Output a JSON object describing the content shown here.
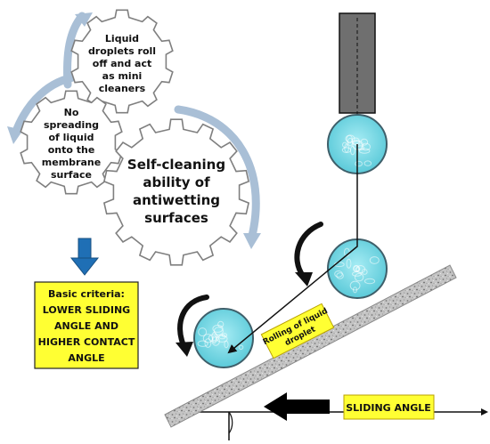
{
  "gears": {
    "top": [
      "Liquid",
      "droplets roll",
      "off and act",
      "as mini",
      "cleaners"
    ],
    "left": [
      "No",
      "spreading",
      "of liquid",
      "onto the",
      "membrane",
      "surface"
    ],
    "main": [
      "Self-cleaning",
      "ability of",
      "antiwetting",
      "surfaces"
    ]
  },
  "criteria": [
    "Basic criteria:",
    "LOWER SLIDING",
    "ANGLE AND",
    "HIGHER CONTACT",
    "ANGLE"
  ],
  "rolling_label": [
    "Rolling of liquid",
    "droplet"
  ],
  "sliding_label": "SLIDING ANGLE",
  "colors": {
    "gear_fill": "#ffffff",
    "gear_stroke": "#7f7f7f",
    "cycle_arrow": "#a9bfd6",
    "down_arrow": "#1f6fb5",
    "label_box": "#ffff33",
    "label_border": "#b8a000",
    "droplet": "#6fd3e3",
    "droplet_stroke": "#4a6e7a",
    "needle": "#6f6f6f",
    "surface": "#bdbdbd"
  },
  "icons": [
    "gear-icon",
    "curved-arrow-icon",
    "down-arrow-icon",
    "droplet-icon",
    "needle-icon"
  ]
}
